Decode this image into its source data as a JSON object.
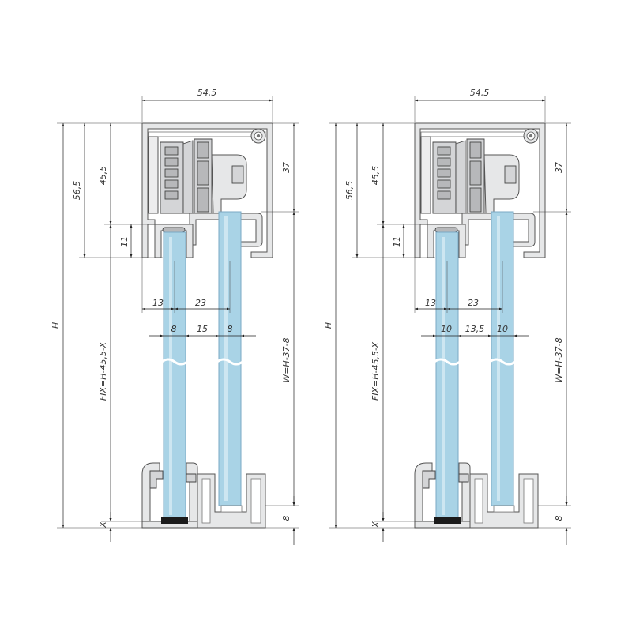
{
  "diagram": {
    "colors": {
      "glass": "#a9d3e6",
      "profile": "#e6e7e8",
      "outline": "#555555",
      "seal": "#1b1b1b",
      "dimension_line": "#222222"
    },
    "views": [
      {
        "id": "left",
        "profile_width": "54,5",
        "height": "H",
        "height_56": "56,5",
        "height_45": "45,5",
        "height_11": "11",
        "top_37": "37",
        "fix_formula": "FIX=H-45,5-X",
        "w_formula": "W=H-37-8",
        "offset_13": "13",
        "offset_23": "23",
        "glass1": "8",
        "gap": "15",
        "glass2": "8",
        "bottom_x": "X",
        "bottom_8": "8"
      },
      {
        "id": "right",
        "profile_width": "54,5",
        "height": "H",
        "height_56": "56,5",
        "height_45": "45,5",
        "height_11": "11",
        "top_37": "37",
        "fix_formula": "FIX=H-45,5-X",
        "w_formula": "W=H-37-8",
        "offset_13": "13",
        "offset_23": "23",
        "glass1": "10",
        "gap": "13,5",
        "glass2": "10",
        "bottom_x": "X",
        "bottom_8": "8"
      }
    ]
  }
}
